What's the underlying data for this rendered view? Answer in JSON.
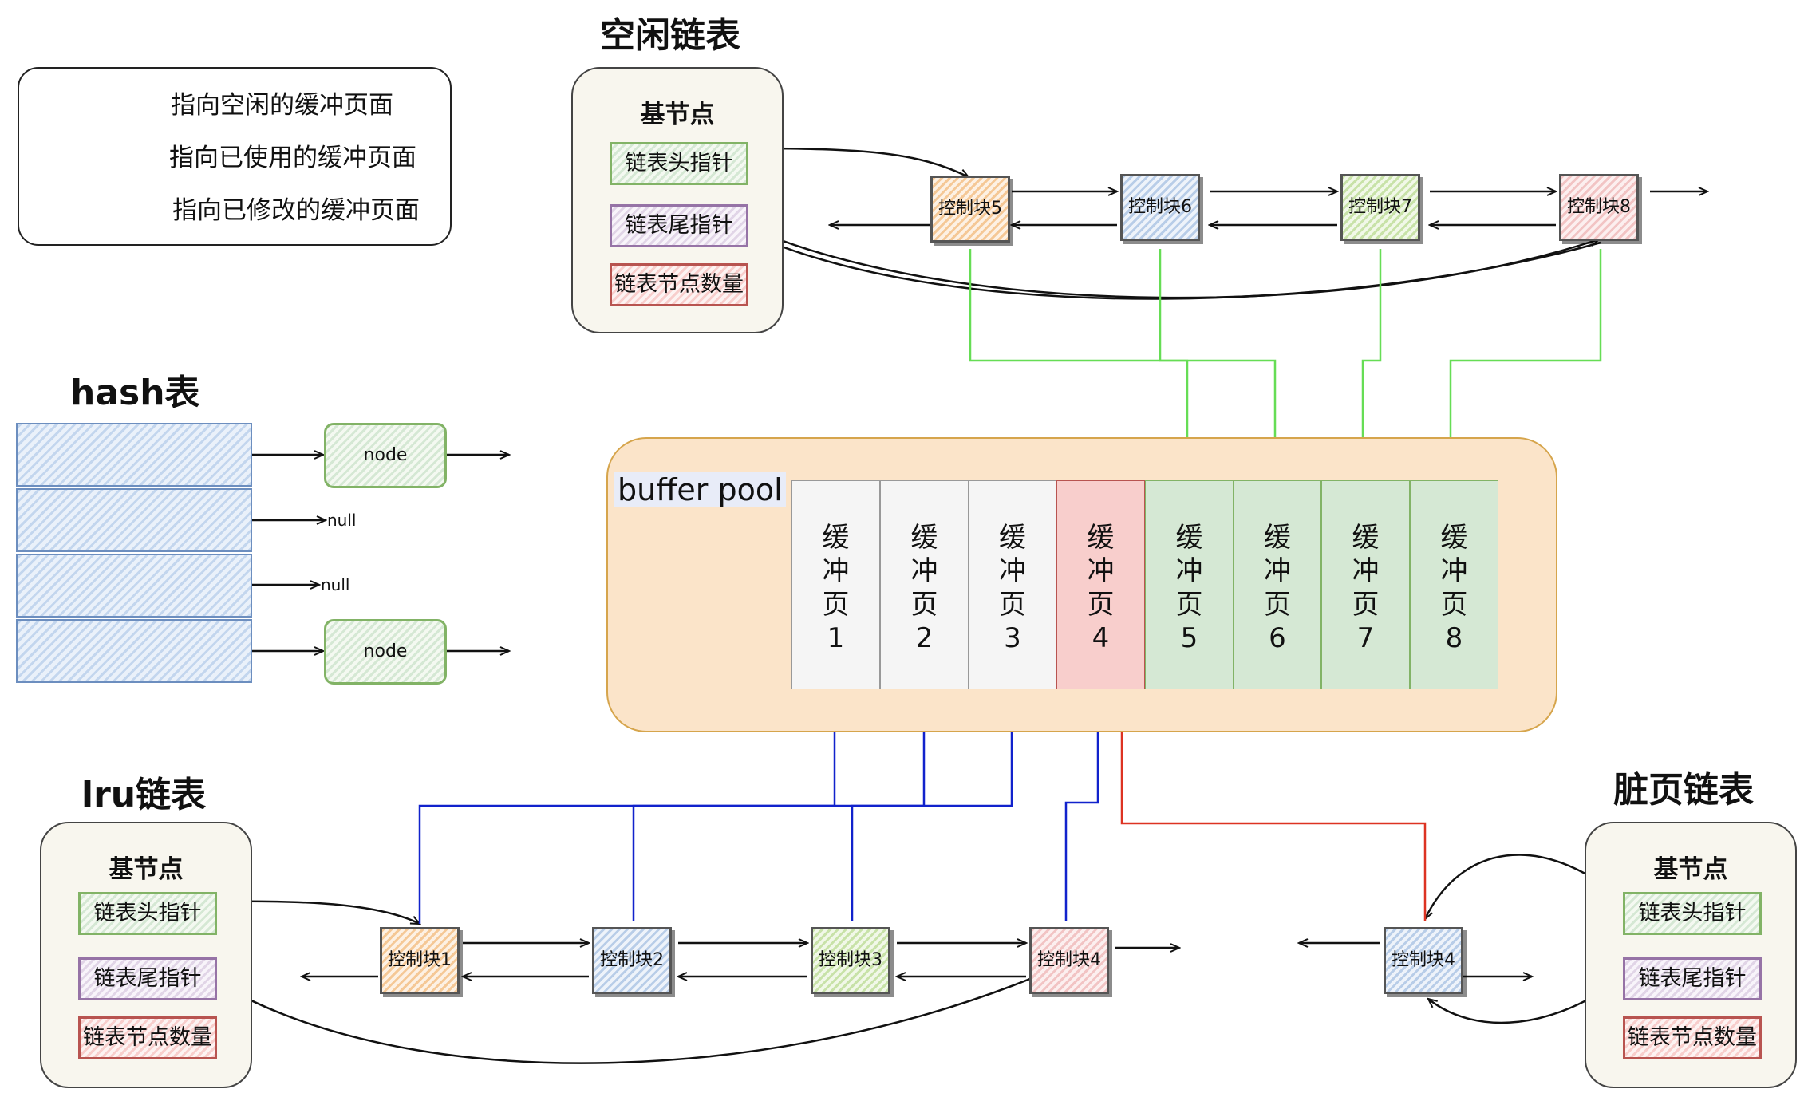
{
  "legend": {
    "items": [
      {
        "label": "指向空闲的缓冲页面",
        "color": "#66dd55"
      },
      {
        "label": "指向已使用的缓冲页面",
        "color": "#1122cc"
      },
      {
        "label": "指向已修改的缓冲页面",
        "color": "#dd3322"
      }
    ]
  },
  "free_list": {
    "title": "空闲链表",
    "panel": {
      "title": "基节点",
      "fields": [
        "链表头指针",
        "链表尾指针",
        "链表节点数量"
      ]
    },
    "blocks": [
      "控制块5",
      "控制块6",
      "控制块7",
      "控制块8"
    ]
  },
  "hash_table": {
    "title": "hash表",
    "node_label": "node",
    "null_label": "null"
  },
  "buffer_pool": {
    "label": "buffer pool",
    "pages": [
      {
        "text": "缓",
        "text2": "冲",
        "text3": "页",
        "num": "1",
        "state": "gray"
      },
      {
        "text": "缓",
        "text2": "冲",
        "text3": "页",
        "num": "2",
        "state": "gray"
      },
      {
        "text": "缓",
        "text2": "冲",
        "text3": "页",
        "num": "3",
        "state": "gray"
      },
      {
        "text": "缓",
        "text2": "冲",
        "text3": "页",
        "num": "4",
        "state": "red"
      },
      {
        "text": "缓",
        "text2": "冲",
        "text3": "页",
        "num": "5",
        "state": "green"
      },
      {
        "text": "缓",
        "text2": "冲",
        "text3": "页",
        "num": "6",
        "state": "green"
      },
      {
        "text": "缓",
        "text2": "冲",
        "text3": "页",
        "num": "7",
        "state": "green"
      },
      {
        "text": "缓",
        "text2": "冲",
        "text3": "页",
        "num": "8",
        "state": "green"
      }
    ]
  },
  "lru_list": {
    "title": "lru链表",
    "panel": {
      "title": "基节点",
      "fields": [
        "链表头指针",
        "链表尾指针",
        "链表节点数量"
      ]
    },
    "blocks": [
      "控制块1",
      "控制块2",
      "控制块3",
      "控制块4"
    ]
  },
  "dirty_list": {
    "title": "脏页链表",
    "panel": {
      "title": "基节点",
      "fields": [
        "链表头指针",
        "链表尾指针",
        "链表节点数量"
      ]
    },
    "blocks": [
      "控制块4"
    ]
  },
  "colors": {
    "free": "#66dd55",
    "used": "#1122cc",
    "dirty": "#dd3322"
  }
}
